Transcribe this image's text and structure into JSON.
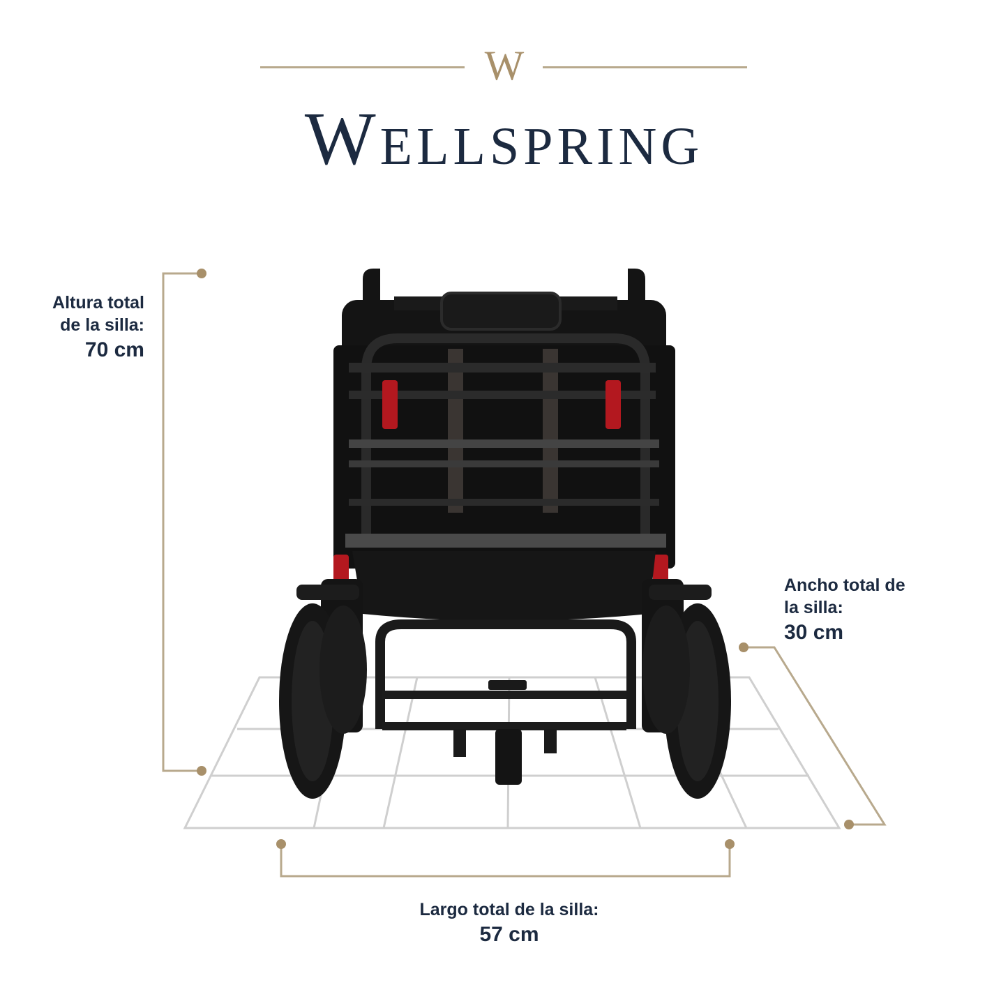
{
  "brand": {
    "monogram": "W",
    "name": "Wellspring"
  },
  "dimensions": {
    "height": {
      "label_line1": "Altura total",
      "label_line2": "de la silla:",
      "value": "70 cm"
    },
    "width": {
      "label_line1": "Ancho total de",
      "label_line2": "la silla:",
      "value": "30 cm"
    },
    "length": {
      "label": "Largo total de la silla:",
      "value": "57 cm"
    }
  },
  "image": {
    "subject": "wheelchair-front-view-folded"
  },
  "colors": {
    "accent": "#b8a98d",
    "accent_dark": "#a8906a",
    "text": "#1c2a40",
    "grid": "#cfcfcf",
    "chair": "#141414"
  }
}
